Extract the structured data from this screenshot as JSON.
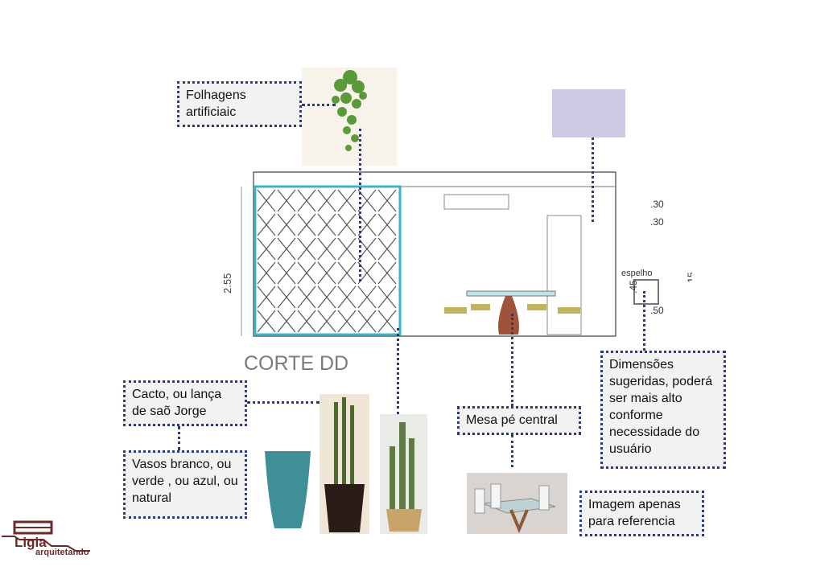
{
  "labels": {
    "foliage": "Folhagens artificiaic",
    "cactus": "Cacto, ou lança de saõ Jorge",
    "vases": "Vasos branco, ou verde , ou azul, ou natural",
    "table": "Mesa pé central",
    "reference": "Imagem apenas para referencia",
    "dimensions": "Dimensões sugeridas, poderá ser mais alto conforme necessidade do usuário"
  },
  "drawing": {
    "title": "CORTE DD",
    "height_dim": "2.55",
    "dims": [
      ".30",
      ".30",
      ".15",
      ".45",
      ".50"
    ],
    "mirror_label": "espelho"
  },
  "logo": {
    "name": "Ligia",
    "sub": "arquitetando"
  },
  "colors": {
    "accent": "#2d3a78",
    "cobogo": "#3fb3c9",
    "lavender": "#cfc9e3",
    "logo": "#6b2a2a"
  }
}
